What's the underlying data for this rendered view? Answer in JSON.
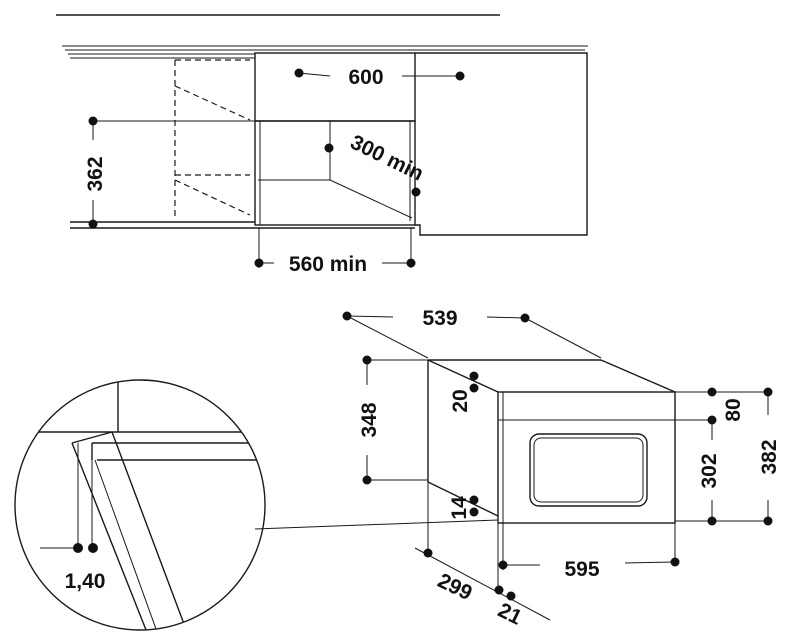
{
  "dimensions": {
    "niche_width": "600",
    "niche_depth": "300 min",
    "niche_height": "362",
    "cabinet_width": "560 min",
    "depth_top": "539",
    "body_height": "348",
    "top_gap": "20",
    "bottom_gap": "14",
    "front_top": "80",
    "front_height": "302",
    "total_height": "382",
    "front_width": "595",
    "side_depth": "299",
    "front_thickness": "21",
    "frame_thickness": "1,40"
  }
}
